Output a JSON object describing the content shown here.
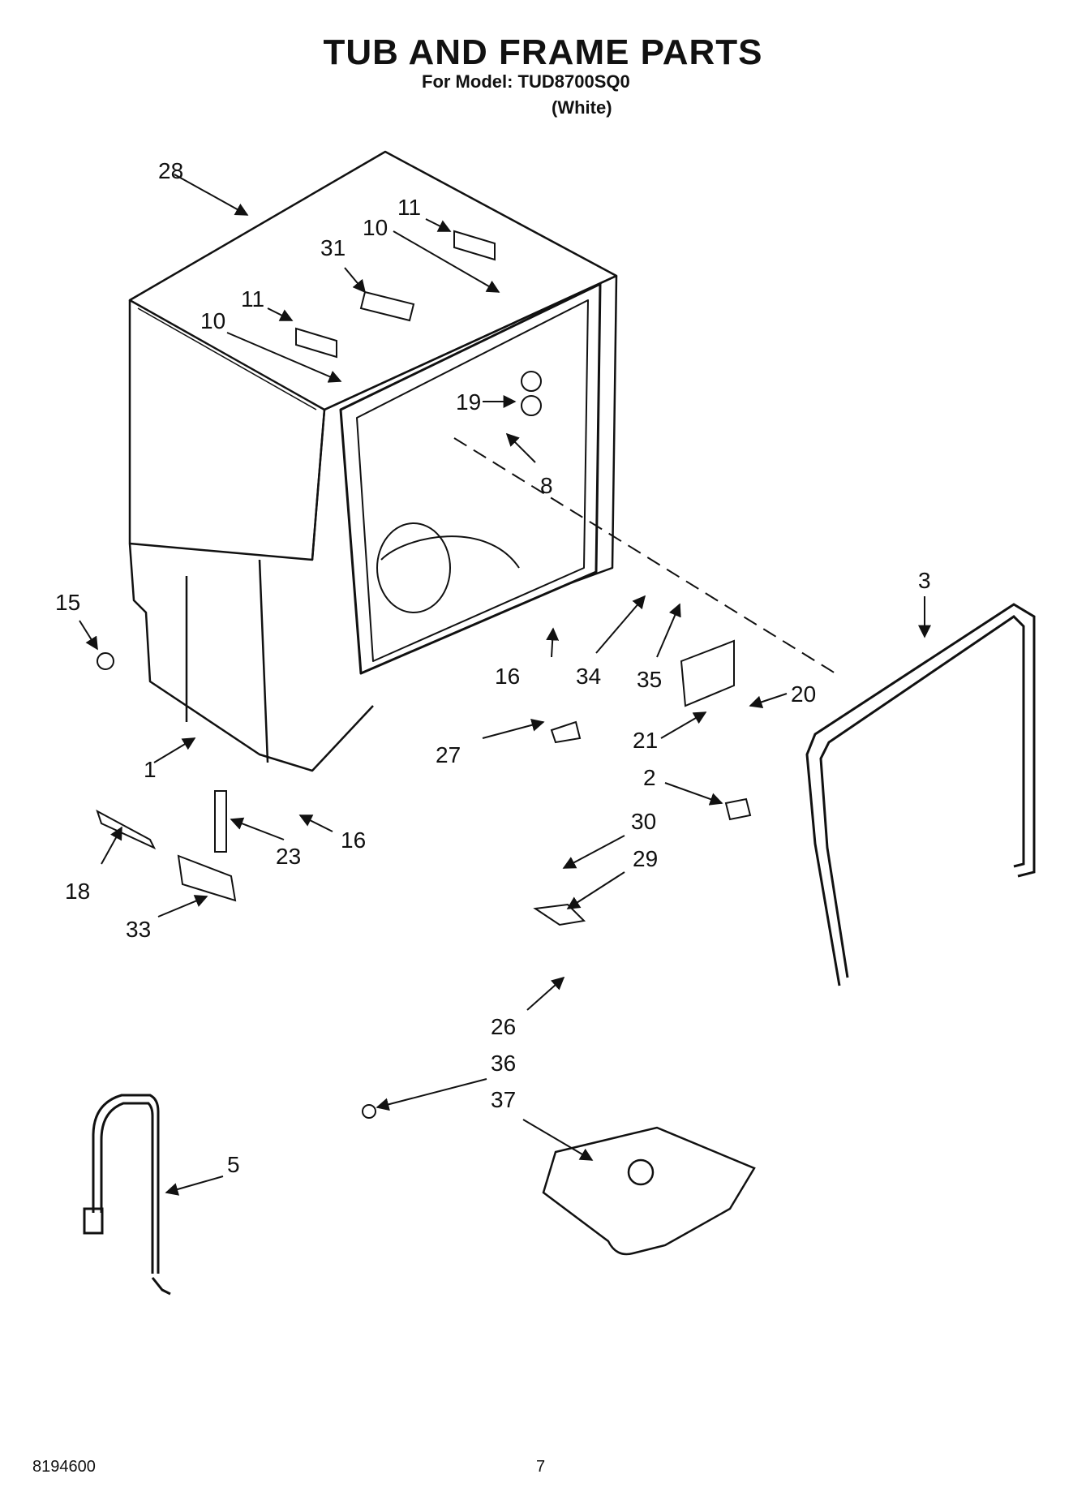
{
  "header": {
    "title": "TUB AND FRAME PARTS",
    "model_line": "For Model: TUD8700SQ0",
    "variant": "(White)"
  },
  "footer": {
    "doc_number": "8194600",
    "page_number": "7"
  },
  "callouts": [
    "28",
    "11",
    "10",
    "31",
    "11",
    "10",
    "19",
    "8",
    "15",
    "3",
    "16",
    "34",
    "35",
    "20",
    "1",
    "27",
    "21",
    "2",
    "16",
    "23",
    "30",
    "18",
    "29",
    "33",
    "26",
    "36",
    "37",
    "5"
  ]
}
